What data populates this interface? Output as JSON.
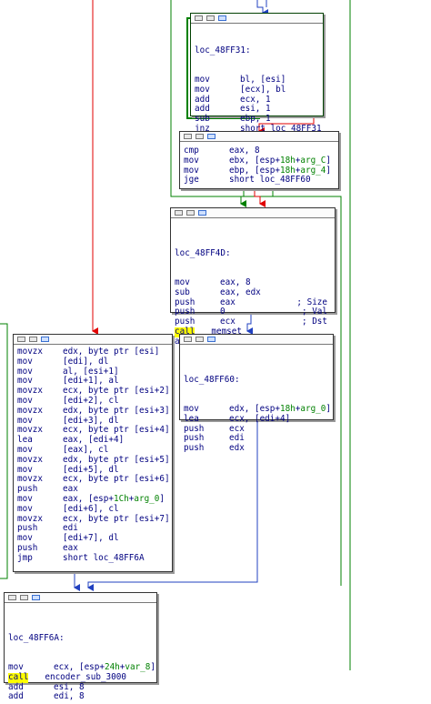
{
  "colors": {
    "edge_true": "#008000",
    "edge_false": "#e00000",
    "edge_flow": "#2040c0",
    "node_border": "#333333",
    "text": "#000080",
    "symbol": "#008000",
    "call_highlight": "#ffff00"
  },
  "header_icons": [
    "table-icon",
    "tag-icon",
    "chart-icon"
  ],
  "nodes": {
    "n1": {
      "label": "loc_48FF31:",
      "lines": [
        {
          "m": "mov",
          "o": "bl, [esi]"
        },
        {
          "m": "mov",
          "o": "[ecx], bl"
        },
        {
          "m": "add",
          "o": "ecx, 1"
        },
        {
          "m": "add",
          "o": "esi, 1"
        },
        {
          "m": "sub",
          "o": "ebp, 1"
        },
        {
          "m": "jnz",
          "o": "short loc_48FF31"
        }
      ]
    },
    "n2": {
      "lines": [
        {
          "m": "cmp",
          "o": "eax, 8"
        },
        {
          "m": "mov",
          "o": "ebx, [esp+18h+arg_C]"
        },
        {
          "m": "mov",
          "o": "ebp, [esp+18h+arg_4]"
        },
        {
          "m": "jge",
          "o": "short loc_48FF60"
        }
      ]
    },
    "n3": {
      "label": "loc_48FF4D:",
      "lines": [
        {
          "m": "mov",
          "o": "eax, 8"
        },
        {
          "m": "sub",
          "o": "eax, edx"
        },
        {
          "m": "push",
          "o": "eax",
          "c": "; Size"
        },
        {
          "m": "push",
          "o": "0",
          "c": "; Val"
        },
        {
          "m": "push",
          "o": "ecx",
          "c": "; Dst"
        },
        {
          "m": "call",
          "o": "memset",
          "call": true
        },
        {
          "m": "add",
          "o": "esp, 0Ch"
        }
      ]
    },
    "n4": {
      "lines": [
        {
          "m": "movzx",
          "o": "edx, byte ptr [esi]"
        },
        {
          "m": "mov",
          "o": "[edi], dl"
        },
        {
          "m": "mov",
          "o": "al, [esi+1]"
        },
        {
          "m": "mov",
          "o": "[edi+1], al"
        },
        {
          "m": "movzx",
          "o": "ecx, byte ptr [esi+2]"
        },
        {
          "m": "mov",
          "o": "[edi+2], cl"
        },
        {
          "m": "movzx",
          "o": "edx, byte ptr [esi+3]"
        },
        {
          "m": "mov",
          "o": "[edi+3], dl"
        },
        {
          "m": "movzx",
          "o": "ecx, byte ptr [esi+4]"
        },
        {
          "m": "lea",
          "o": "eax, [edi+4]"
        },
        {
          "m": "mov",
          "o": "[eax], cl"
        },
        {
          "m": "movzx",
          "o": "edx, byte ptr [esi+5]"
        },
        {
          "m": "mov",
          "o": "[edi+5], dl"
        },
        {
          "m": "movzx",
          "o": "ecx, byte ptr [esi+6]"
        },
        {
          "m": "push",
          "o": "eax"
        },
        {
          "m": "mov",
          "o": "eax, [esp+1Ch+arg_0]"
        },
        {
          "m": "mov",
          "o": "[edi+6], cl"
        },
        {
          "m": "movzx",
          "o": "ecx, byte ptr [esi+7]"
        },
        {
          "m": "push",
          "o": "edi"
        },
        {
          "m": "mov",
          "o": "[edi+7], dl"
        },
        {
          "m": "push",
          "o": "eax"
        },
        {
          "m": "jmp",
          "o": "short loc_48FF6A"
        }
      ]
    },
    "n5": {
      "label": "loc_48FF60:",
      "lines": [
        {
          "m": "mov",
          "o": "edx, [esp+18h+arg_0]"
        },
        {
          "m": "lea",
          "o": "ecx, [edi+4]"
        },
        {
          "m": "push",
          "o": "ecx"
        },
        {
          "m": "push",
          "o": "edi"
        },
        {
          "m": "push",
          "o": "edx"
        }
      ]
    },
    "n6": {
      "label": "loc_48FF6A:",
      "lines": [
        {
          "m": "mov",
          "o": "ecx, [esp+24h+var_8]"
        },
        {
          "m": "call",
          "o": "encoder_sub_3000",
          "call": true
        },
        {
          "m": "add",
          "o": "esi, 8"
        },
        {
          "m": "add",
          "o": "edi, 8"
        }
      ]
    }
  }
}
